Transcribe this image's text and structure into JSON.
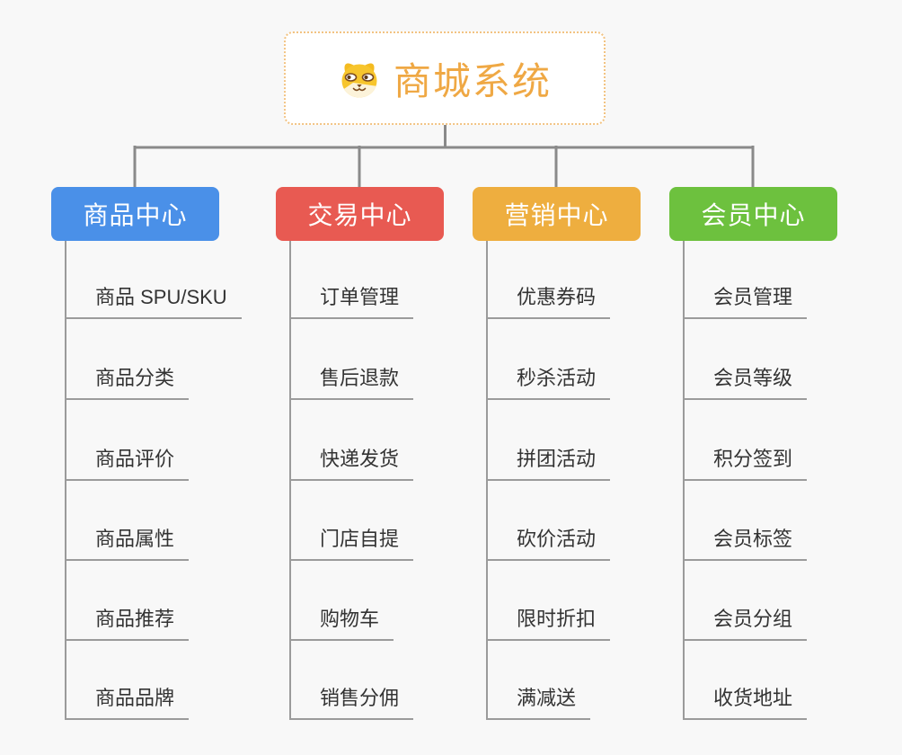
{
  "canvas": {
    "background": "#f8f8f8",
    "connector_color": "#8a8a8a",
    "underline_color": "#9b9b9b"
  },
  "root": {
    "label": "商城系统",
    "icon": "dog-face-icon",
    "text_color": "#efa844",
    "border_color": "#f2c382",
    "background": "#ffffff"
  },
  "branches": [
    {
      "label": "商品中心",
      "color": "#4a90e8",
      "children": [
        "商品 SPU/SKU",
        "商品分类",
        "商品评价",
        "商品属性",
        "商品推荐",
        "商品品牌"
      ]
    },
    {
      "label": "交易中心",
      "color": "#e85a52",
      "children": [
        "订单管理",
        "售后退款",
        "快递发货",
        "门店自提",
        "购物车",
        "销售分佣"
      ]
    },
    {
      "label": "营销中心",
      "color": "#eeae3f",
      "children": [
        "优惠券码",
        "秒杀活动",
        "拼团活动",
        "砍价活动",
        "限时折扣",
        "满减送"
      ]
    },
    {
      "label": "会员中心",
      "color": "#6dc13e",
      "children": [
        "会员管理",
        "会员等级",
        "积分签到",
        "会员标签",
        "会员分组",
        "收货地址"
      ]
    }
  ]
}
